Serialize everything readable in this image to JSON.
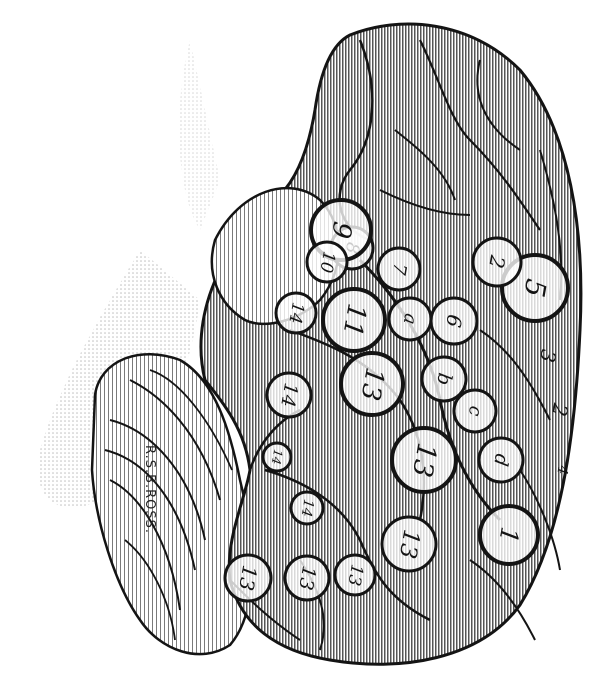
{
  "figure": {
    "credit": "R.S.B.ROSS.",
    "palette": {
      "ink": "#141414",
      "paper": "#ffffff",
      "hatch": "#6e6e6e"
    },
    "region_labels": [
      {
        "id": "c5",
        "text": "5"
      },
      {
        "id": "c2a",
        "text": "2"
      },
      {
        "id": "c6",
        "text": "6"
      },
      {
        "id": "c7",
        "text": "7"
      },
      {
        "id": "c8",
        "text": "8"
      },
      {
        "id": "c9",
        "text": "9"
      },
      {
        "id": "c10",
        "text": "10"
      },
      {
        "id": "c11",
        "text": "11"
      },
      {
        "id": "ca",
        "text": "a"
      },
      {
        "id": "cb",
        "text": "b"
      },
      {
        "id": "cc",
        "text": "c"
      },
      {
        "id": "cd",
        "text": "d"
      },
      {
        "id": "c1",
        "text": "1"
      },
      {
        "id": "c13a",
        "text": "13"
      },
      {
        "id": "c13b",
        "text": "13"
      },
      {
        "id": "c13c",
        "text": "13"
      },
      {
        "id": "c13d",
        "text": "13"
      },
      {
        "id": "c13e",
        "text": "13"
      },
      {
        "id": "c13f",
        "text": "13"
      },
      {
        "id": "c14a",
        "text": "14"
      },
      {
        "id": "c14b",
        "text": "14"
      },
      {
        "id": "c14c",
        "text": "14"
      },
      {
        "id": "c14d",
        "text": "14"
      }
    ],
    "uncircled_labels": [
      {
        "id": "u3",
        "text": "3"
      },
      {
        "id": "u2",
        "text": "2"
      },
      {
        "id": "u4",
        "text": "4"
      }
    ]
  }
}
